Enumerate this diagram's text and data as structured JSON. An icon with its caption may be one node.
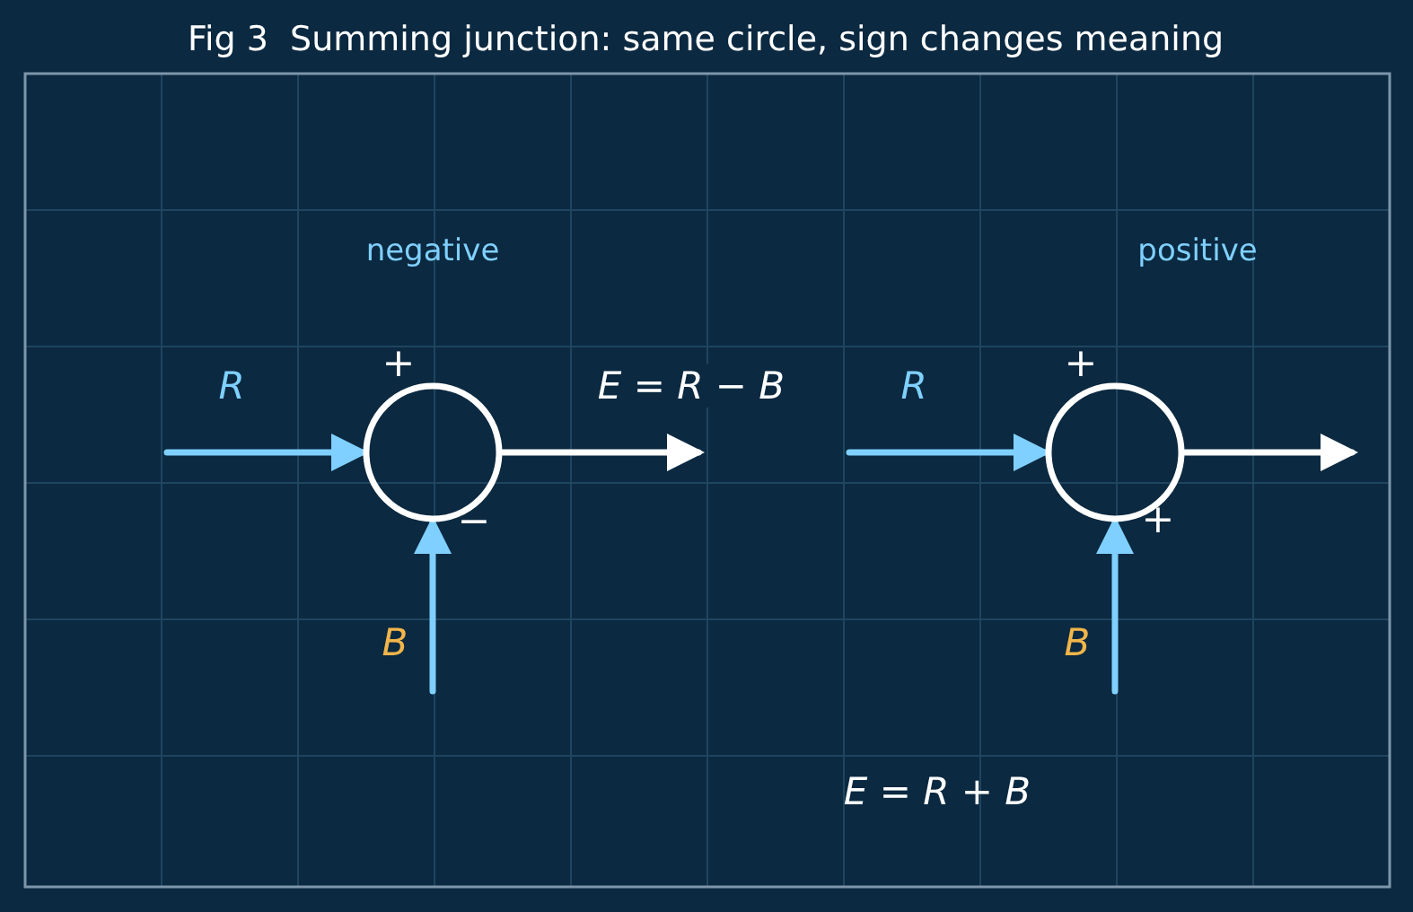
{
  "diagram": {
    "title": "Fig 3  Summing junction: same circle, sign changes meaning",
    "nodes": [
      {
        "text": [],
        "shape": "circle",
        "beside": [
          "negative",
          "+",
          "−"
        ]
      },
      {
        "text": [],
        "shape": "circle",
        "beside": [
          "positive",
          "+",
          "+"
        ]
      }
    ],
    "edges": [
      {
        "from": null,
        "to": 0,
        "arrow": "to",
        "label": "R"
      },
      {
        "from": null,
        "to": 0,
        "arrow": "to",
        "label": "B"
      },
      {
        "from": 0,
        "to": null,
        "arrow": "to",
        "label": "E = R − B",
        "color": "#ffffff"
      },
      {
        "from": null,
        "to": 1,
        "arrow": "to",
        "label": "R"
      },
      {
        "from": null,
        "to": 1,
        "arrow": "to",
        "label": "B"
      },
      {
        "from": 1,
        "to": null,
        "arrow": "to",
        "color": "#ffffff"
      }
    ],
    "labels": [
      "E = R + B"
    ]
  }
}
